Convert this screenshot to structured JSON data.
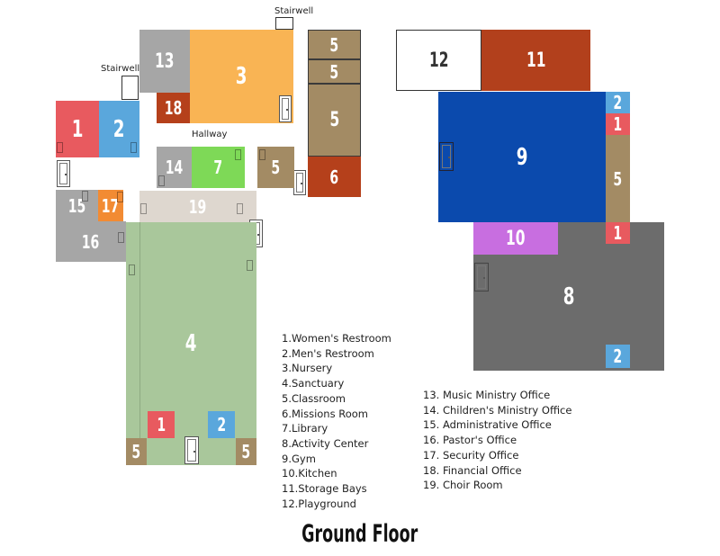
{
  "title": "Ground Floor",
  "stairwell_labels": [
    "Stairwell",
    "Stairwell"
  ],
  "hallway_label": "Hallway",
  "colors": {
    "womens_restroom": "#e85a5f",
    "mens_restroom": "#5aa7dc",
    "nursery": "#f9b454",
    "sanctuary": "#a9c79b",
    "classroom": "#a38b64",
    "missions_room": "#b5401b",
    "library": "#7ed957",
    "activity_center": "#6c6c6c",
    "gym": "#0b4aad",
    "kitchen": "#c86ee0",
    "storage_bays": "#b2401c",
    "playground": "#ffffff",
    "music_office": "#a6a6a6",
    "childrens_office": "#a6a6a6",
    "admin_office": "#a6a6a6",
    "pastor_office": "#a6a6a6",
    "security_office": "#f28b33",
    "financial_office": "#b5401b",
    "choir_room": "#ded7cf"
  },
  "room_numbers": {
    "r1": "1",
    "r2": "2",
    "r3": "3",
    "r4": "4",
    "r5": "5",
    "r6": "6",
    "r7": "7",
    "r8": "8",
    "r9": "9",
    "r10": "10",
    "r11": "11",
    "r12": "12",
    "r13": "13",
    "r14": "14",
    "r15": "15",
    "r16": "16",
    "r17": "17",
    "r18": "18",
    "r19": "19"
  },
  "legend_left": [
    "1.Women's Restroom",
    "2.Men's Restroom",
    "3.Nursery",
    "4.Sanctuary",
    "5.Classroom",
    "6.Missions Room",
    "7.Library",
    "8.Activity Center",
    "9.Gym",
    "10.Kitchen",
    "11.Storage Bays",
    "12.Playground"
  ],
  "legend_right": [
    "13. Music Ministry Office",
    "14. Children's Ministry Office",
    "15. Administrative Office",
    "16. Pastor's Office",
    "17. Security Office",
    "18. Financial Office",
    "19. Choir Room"
  ]
}
